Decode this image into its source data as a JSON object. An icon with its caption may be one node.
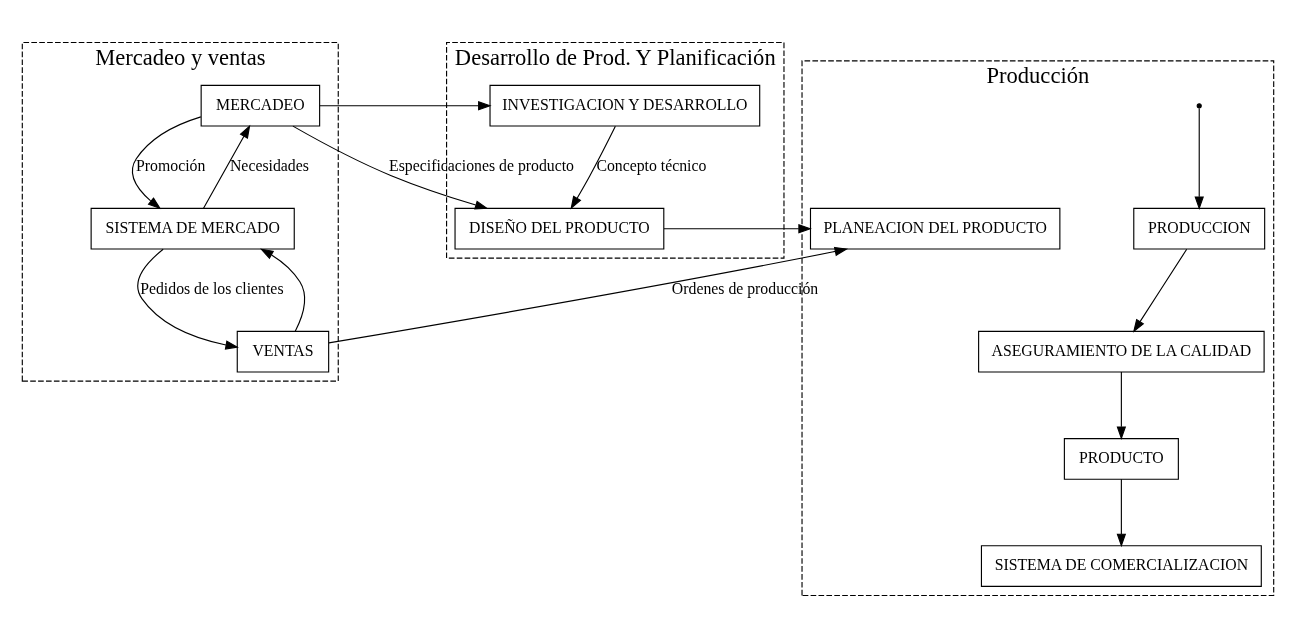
{
  "diagram": {
    "nodes": [
      {
        "text": [
          "Mercadeo y ventas"
        ]
      },
      {
        "text": [
          "Desarrollo de Prod. Y Planificación"
        ]
      },
      {
        "text": [
          "Producción"
        ]
      },
      {
        "text": [
          "MERCADEO"
        ],
        "in": 0
      },
      {
        "text": [
          "SISTEMA DE MERCADO"
        ],
        "in": 0
      },
      {
        "text": [
          "VENTAS"
        ],
        "in": 0
      },
      {
        "text": [
          "INVESTIGACION Y DESARROLLO"
        ],
        "in": 1
      },
      {
        "text": [
          "DISEÑO DEL PRODUCTO"
        ],
        "in": 1
      },
      {
        "text": [
          "PLANEACION DEL PRODUCTO"
        ],
        "in": 2
      },
      {
        "text": [
          "PRODUCCION"
        ],
        "in": 2
      },
      {
        "text": [
          "ASEGURAMIENTO DE LA CALIDAD"
        ],
        "in": 2
      },
      {
        "text": [
          "PRODUCTO"
        ],
        "in": 2
      },
      {
        "text": [
          "SISTEMA DE COMERCIALIZACION"
        ],
        "in": 2
      }
    ],
    "edges": [
      {
        "from": 4,
        "to": 3,
        "arrow": "to",
        "label": "Necesidades"
      },
      {
        "from": 3,
        "to": 4,
        "arrow": "to",
        "label": "Promoción"
      },
      {
        "from": 5,
        "to": 4,
        "arrow": "to"
      },
      {
        "from": 4,
        "to": 5,
        "arrow": "to",
        "label": "Pedidos de los clientes"
      },
      {
        "from": 3,
        "to": 6,
        "arrow": "to"
      },
      {
        "from": 3,
        "to": 7,
        "arrow": "to",
        "label": "Especificaciones de producto"
      },
      {
        "from": 6,
        "to": 7,
        "arrow": "to",
        "label": "Concepto técnico"
      },
      {
        "from": 7,
        "to": 8,
        "arrow": "to"
      },
      {
        "from": 5,
        "to": 8,
        "arrow": "to",
        "label": "Ordenes de producción"
      },
      {
        "from": null,
        "to": 9,
        "arrow": "to"
      },
      {
        "from": 9,
        "to": 10,
        "arrow": "to"
      },
      {
        "from": 10,
        "to": 11,
        "arrow": "to"
      },
      {
        "from": 11,
        "to": 12,
        "arrow": "to"
      }
    ]
  }
}
